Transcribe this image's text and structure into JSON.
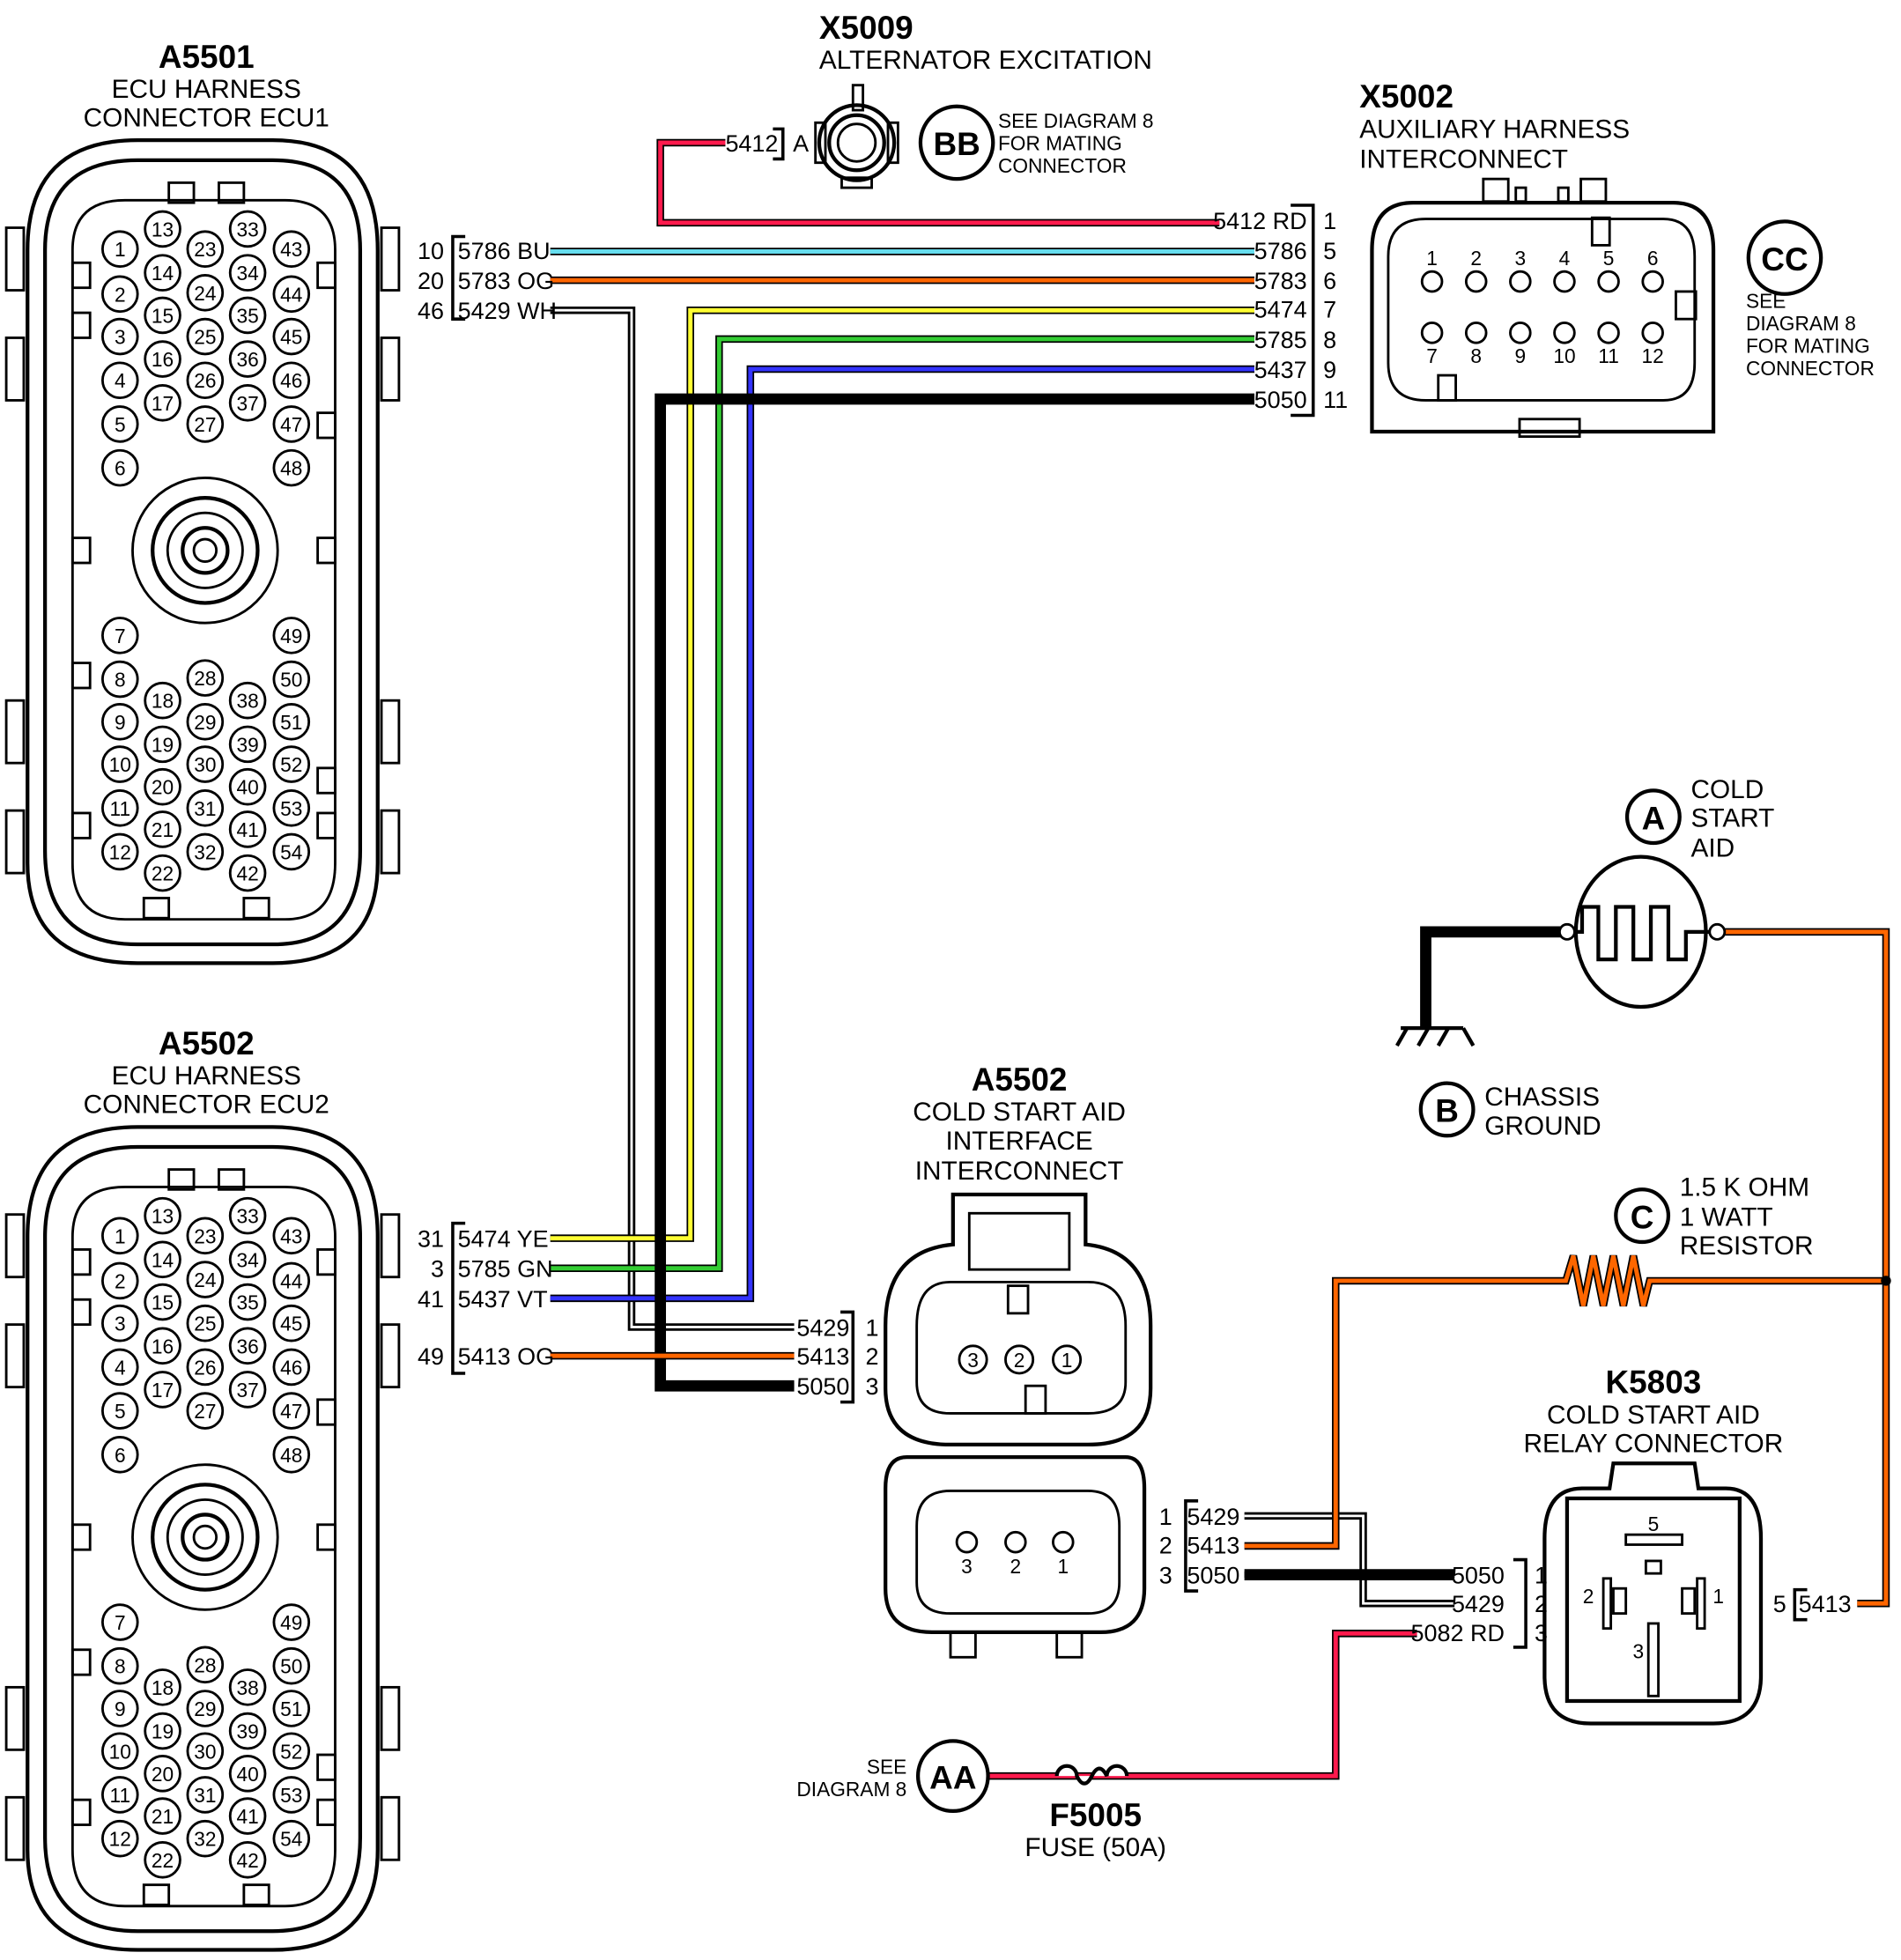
{
  "ecu1": {
    "id": "A5501",
    "line1": "ECU HARNESS",
    "line2": "CONNECTOR ECU1",
    "wires": [
      {
        "pin": "10",
        "label": "5786 BU"
      },
      {
        "pin": "20",
        "label": "5783 OG"
      },
      {
        "pin": "46",
        "label": "5429 WH"
      }
    ]
  },
  "ecu2": {
    "id": "A5502",
    "line1": "ECU HARNESS",
    "line2": "CONNECTOR ECU2",
    "wires": [
      {
        "pin": "31",
        "label": "5474 YE"
      },
      {
        "pin": "3",
        "label": "5785 GN"
      },
      {
        "pin": "41",
        "label": "5437 VT"
      },
      {
        "pin": "49",
        "label": "5413 OG"
      }
    ]
  },
  "ecu_pins": [
    "1",
    "2",
    "3",
    "4",
    "5",
    "6",
    "13",
    "14",
    "15",
    "16",
    "17",
    "23",
    "24",
    "25",
    "26",
    "27",
    "33",
    "34",
    "35",
    "36",
    "37",
    "43",
    "44",
    "45",
    "46",
    "47",
    "48",
    "7",
    "8",
    "9",
    "10",
    "11",
    "12",
    "18",
    "19",
    "20",
    "21",
    "22",
    "28",
    "29",
    "30",
    "31",
    "32",
    "38",
    "39",
    "40",
    "41",
    "42",
    "49",
    "50",
    "51",
    "52",
    "53",
    "54"
  ],
  "x5009": {
    "id": "X5009",
    "title": "ALTERNATOR EXCITATION",
    "wire": "5412",
    "pin": "A",
    "ref": "BB",
    "note": [
      "SEE DIAGRAM 8",
      "FOR MATING",
      "CONNECTOR"
    ]
  },
  "x5002": {
    "id": "X5002",
    "line1": "AUXILIARY HARNESS",
    "line2": "INTERCONNECT",
    "ref": "CC",
    "note": [
      "SEE",
      "DIAGRAM 8",
      "FOR MATING",
      "CONNECTOR"
    ],
    "pins_top": [
      "1",
      "2",
      "3",
      "4",
      "5",
      "6"
    ],
    "pins_bottom": [
      "7",
      "8",
      "9",
      "10",
      "11",
      "12"
    ],
    "wires": [
      {
        "label": "5412 RD",
        "pin": "1"
      },
      {
        "label": "5786",
        "pin": "5"
      },
      {
        "label": "5783",
        "pin": "6"
      },
      {
        "label": "5474",
        "pin": "7"
      },
      {
        "label": "5785",
        "pin": "8"
      },
      {
        "label": "5437",
        "pin": "9"
      },
      {
        "label": "5050",
        "pin": "11"
      }
    ]
  },
  "interface": {
    "id": "A5502",
    "line1": "COLD START AID",
    "line2": "INTERFACE",
    "line3": "INTERCONNECT",
    "pins": [
      "3",
      "2",
      "1"
    ],
    "wires_in": [
      {
        "label": "5429",
        "pin": "1"
      },
      {
        "label": "5413",
        "pin": "2"
      },
      {
        "label": "5050",
        "pin": "3"
      }
    ],
    "wires_out": [
      {
        "label": "5429",
        "pin": "1"
      },
      {
        "label": "5413",
        "pin": "2"
      },
      {
        "label": "5050",
        "pin": "3"
      }
    ]
  },
  "relay": {
    "id": "K5803",
    "line1": "COLD START AID",
    "line2": "RELAY CONNECTOR",
    "pins": [
      "5",
      "2",
      "1",
      "3"
    ],
    "wires": [
      {
        "label": "5050",
        "pin": "1"
      },
      {
        "label": "5429",
        "pin": "2"
      },
      {
        "label": "5082 RD",
        "pin": "3"
      }
    ],
    "side_wire": {
      "label": "5413",
      "pin": "5"
    }
  },
  "cold_start": {
    "ref": "A",
    "line1": "COLD",
    "line2": "START",
    "line3": "AID"
  },
  "ground": {
    "ref": "B",
    "line1": "CHASSIS",
    "line2": "GROUND"
  },
  "resistor": {
    "ref": "C",
    "line1": "1.5 K OHM",
    "line2": "1 WATT",
    "line3": "RESISTOR"
  },
  "fuse": {
    "id": "F5005",
    "label": "FUSE (50A)",
    "ref": "AA",
    "note1": "SEE",
    "note2": "DIAGRAM 8"
  },
  "colors": {
    "RD": "#ff1a4d",
    "BU": "#66ddee",
    "OG": "#ff6600",
    "WH": "#ffffff",
    "YE": "#ffff33",
    "GN": "#33cc33",
    "VT": "#3333ff",
    "BK": "#000000"
  }
}
